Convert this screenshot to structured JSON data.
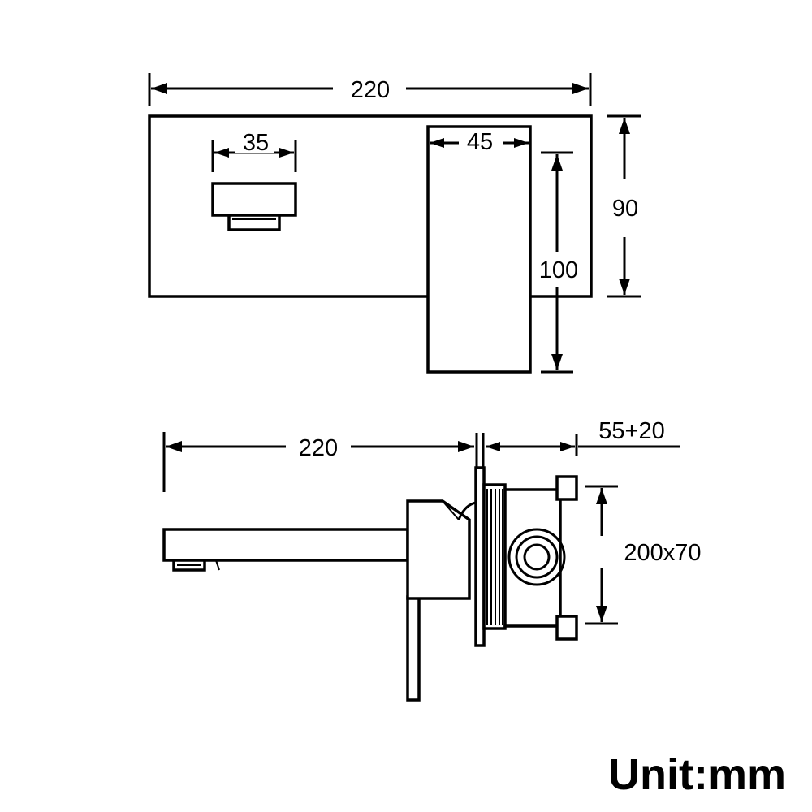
{
  "top_view": {
    "overall_width": "220",
    "lever_width": "35",
    "spout_width": "45",
    "plate_height": "90",
    "spout_length": "100"
  },
  "side_view": {
    "spout_reach": "220",
    "wall_depth": "55+20",
    "box_size": "200x70"
  },
  "unit_label": "Unit:mm",
  "colors": {
    "line": "#000000",
    "background": "#ffffff"
  }
}
